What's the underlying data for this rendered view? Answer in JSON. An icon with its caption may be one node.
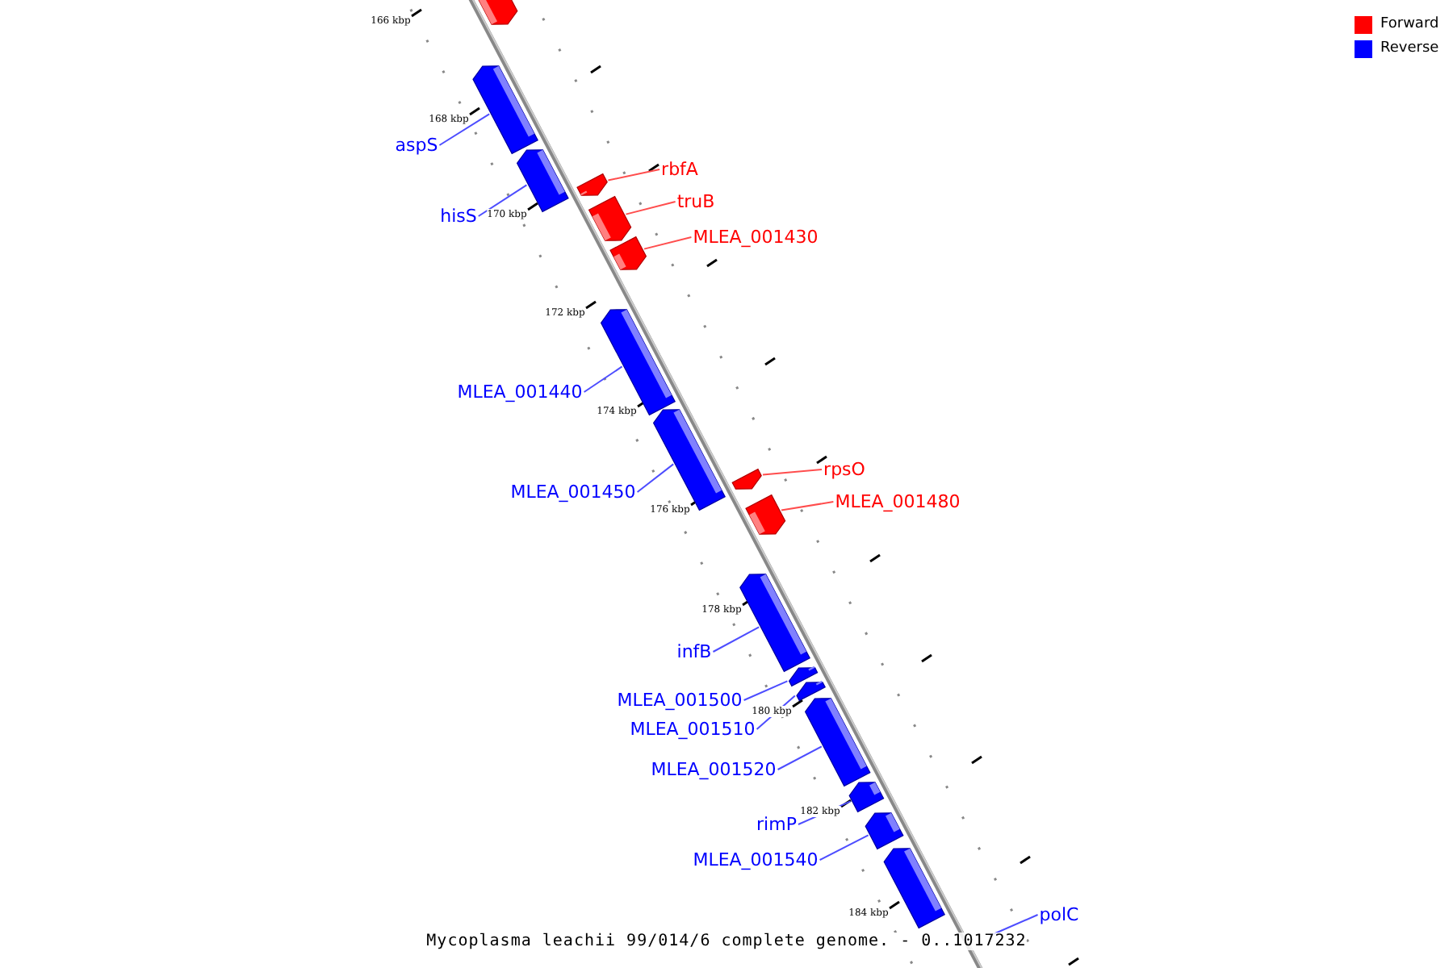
{
  "diagram": {
    "caption": "Mycoplasma leachii 99/014/6 complete genome. - 0..1017232",
    "nodes": [
      {
        "text": [],
        "shape": "bar"
      },
      {
        "text": [],
        "shape": "bar"
      },
      {
        "text": [],
        "shape": "bar"
      },
      {
        "text": [],
        "shape": "bar"
      },
      {
        "text": [],
        "shape": "bar"
      },
      {
        "text": [],
        "shape": "bar"
      },
      {
        "text": [],
        "shape": "bar"
      },
      {
        "text": [],
        "shape": "bar"
      },
      {
        "text": [],
        "shape": "bar"
      },
      {
        "text": [],
        "shape": "bar"
      },
      {
        "text": [],
        "shape": "bar"
      },
      {
        "text": [],
        "shape": "bar"
      },
      {
        "text": [],
        "shape": "bar"
      },
      {
        "text": [],
        "shape": "bar"
      },
      {
        "text": [],
        "shape": "bar"
      },
      {
        "text": [],
        "shape": "bar"
      },
      {
        "text": [],
        "shape": "bar"
      },
      {
        "text": [
          "aspS"
        ]
      },
      {
        "text": [
          "rbfA"
        ]
      },
      {
        "text": [
          "hisS"
        ]
      },
      {
        "text": [
          "truB"
        ]
      },
      {
        "text": [
          "MLEA_001430"
        ]
      },
      {
        "text": [
          "MLEA_001440"
        ]
      },
      {
        "text": [
          "rpsO"
        ]
      },
      {
        "text": [
          "MLEA_001450"
        ]
      },
      {
        "text": [
          "MLEA_001480"
        ]
      },
      {
        "text": [
          "infB"
        ]
      },
      {
        "text": [
          "MLEA_001500"
        ]
      },
      {
        "text": [
          "MLEA_001510"
        ]
      },
      {
        "text": [
          "MLEA_001520"
        ]
      },
      {
        "text": [
          "rimP"
        ]
      },
      {
        "text": [
          "MLEA_001540"
        ]
      },
      {
        "text": [
          "polC"
        ]
      }
    ],
    "edges": [
      {
        "from": 17,
        "to": 1,
        "arrow": "none"
      },
      {
        "from": 18,
        "to": 3,
        "arrow": "none",
        "color": "#ff4d4d"
      },
      {
        "from": 19,
        "to": 2,
        "arrow": "none"
      },
      {
        "from": 20,
        "to": 4,
        "arrow": "none",
        "color": "#ff4d4d"
      },
      {
        "from": 21,
        "to": 5,
        "arrow": "none",
        "color": "#ff4d4d"
      },
      {
        "from": 22,
        "to": 6,
        "arrow": "none"
      },
      {
        "from": 23,
        "to": 8,
        "arrow": "none",
        "color": "#ff4d4d"
      },
      {
        "from": 24,
        "to": 7,
        "arrow": "none"
      },
      {
        "from": 25,
        "to": 9,
        "arrow": "none",
        "color": "#ff4d4d"
      },
      {
        "from": 26,
        "to": 10,
        "arrow": "none"
      },
      {
        "from": 27,
        "to": 11,
        "arrow": "none"
      },
      {
        "from": 28,
        "to": 12,
        "arrow": "none"
      },
      {
        "from": 29,
        "to": 13,
        "arrow": "none"
      },
      {
        "from": 30,
        "to": 14,
        "arrow": "none"
      },
      {
        "from": 31,
        "to": 15,
        "arrow": "none"
      },
      {
        "from": 32,
        "to": null,
        "arrow": "none"
      }
    ],
    "labels": [
      "166 kbp",
      "168 kbp",
      "170 kbp",
      "172 kbp",
      "174 kbp",
      "176 kbp",
      "178 kbp",
      "180 kbp",
      "182 kbp",
      "184 kbp"
    ],
    "legend": [
      {
        "text": "Forward",
        "color": "#ff0000"
      },
      {
        "text": "Reverse",
        "color": "#0000ff"
      }
    ]
  }
}
